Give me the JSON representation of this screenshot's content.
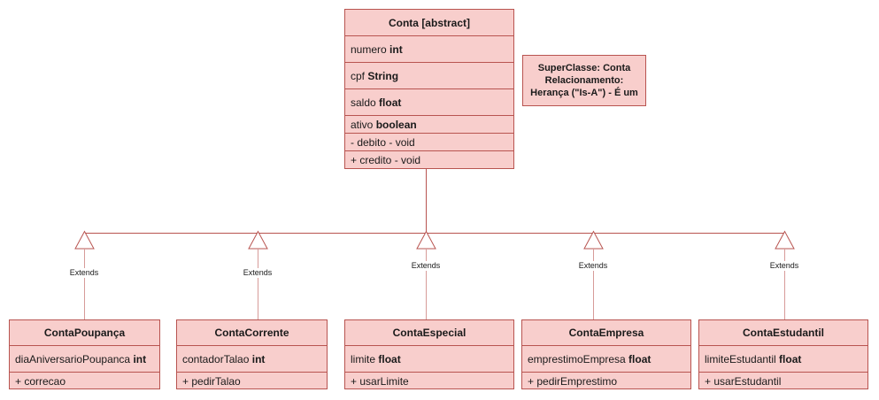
{
  "diagram": {
    "type": "uml-class-diagram",
    "background_color": "#ffffff",
    "box_fill_color": "#f8cecc",
    "box_border_color": "#b85450",
    "edge_color": "#b85450",
    "superclass": {
      "title": "Conta [abstract]",
      "attributes": [
        {
          "name": "numero",
          "type": "int"
        },
        {
          "name": "cpf",
          "type": "String"
        },
        {
          "name": "saldo",
          "type": "float"
        },
        {
          "name": "ativo",
          "type": "boolean"
        }
      ],
      "methods": [
        "- debito - void",
        "+ credito - void"
      ]
    },
    "note": {
      "lines": [
        "SuperClasse: Conta",
        "Relacionamento:",
        "Herança (\"Is-A\") - É um"
      ]
    },
    "edge_label": "Extends",
    "subclasses": [
      {
        "title": "ContaPoupança",
        "attribute_name": "diaAniversarioPoupanca",
        "attribute_type": "int",
        "method": "+ correcao",
        "edge_label": "Extends"
      },
      {
        "title": "ContaCorrente",
        "attribute_name": "contadorTalao",
        "attribute_type": "int",
        "method": "+ pedirTalao",
        "edge_label": "Extends"
      },
      {
        "title": "ContaEspecial",
        "attribute_name": "limite",
        "attribute_type": "float",
        "method": "+ usarLimite",
        "edge_label": "Extends"
      },
      {
        "title": "ContaEmpresa",
        "attribute_name": "emprestimoEmpresa",
        "attribute_type": "float",
        "method": "+ pedirEmprestimo",
        "edge_label": "Extends"
      },
      {
        "title": "ContaEstudantil",
        "attribute_name": "limiteEstudantil",
        "attribute_type": "float",
        "method": "+ usarEstudantil",
        "edge_label": "Extends"
      }
    ]
  }
}
